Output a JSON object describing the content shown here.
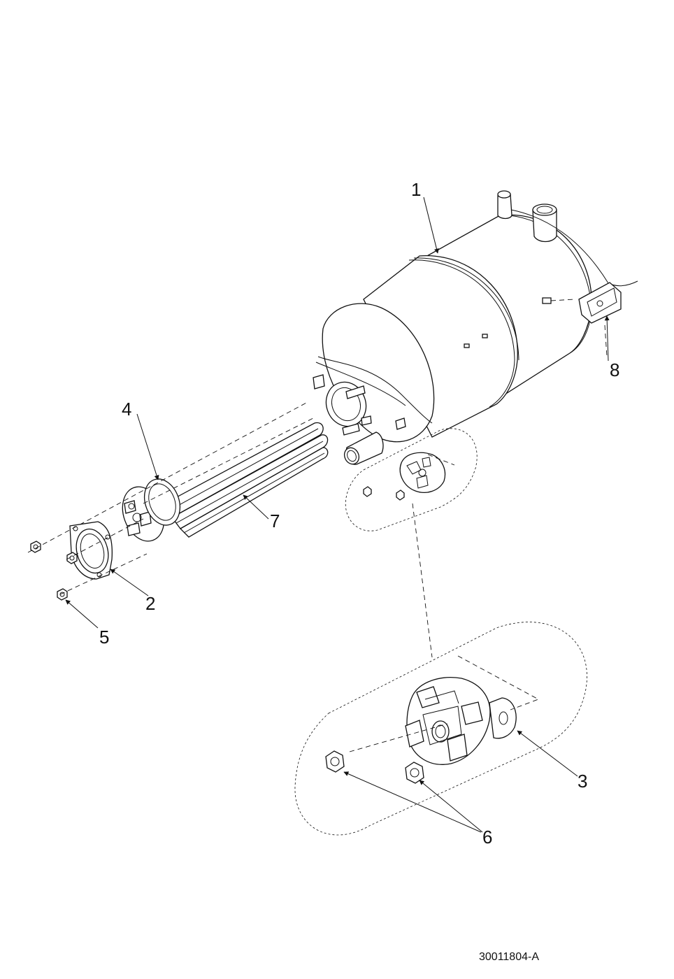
{
  "callouts": {
    "c1": "1",
    "c2": "2",
    "c3": "3",
    "c4": "4",
    "c5": "5",
    "c6": "6",
    "c7": "7",
    "c8": "8"
  },
  "doc_number": "30011804-A"
}
